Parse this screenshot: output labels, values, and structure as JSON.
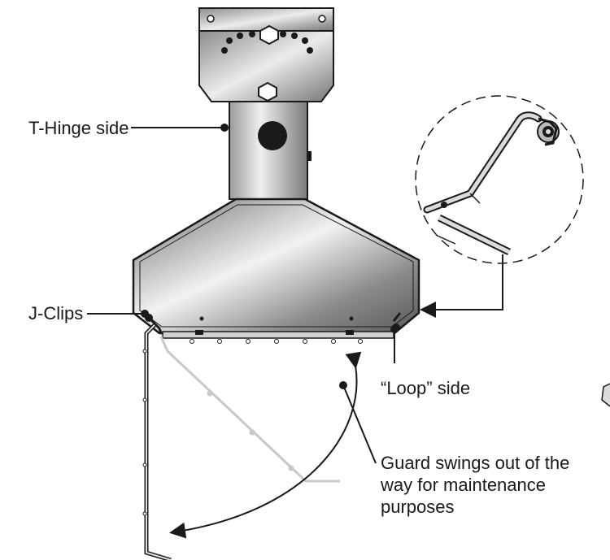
{
  "labels": {
    "t_hinge_side": "T-Hinge side",
    "j_clips": "J-Clips",
    "loop_side": "“Loop” side",
    "guard_swings": [
      "Guard swings out of the",
      "way for maintenance",
      "purposes"
    ]
  },
  "colors": {
    "ink": "#1a1a1a",
    "metal_light": "#e8e8e8",
    "metal_dark": "#6e6e6e",
    "ghost_guard": "#c8c8c8"
  }
}
